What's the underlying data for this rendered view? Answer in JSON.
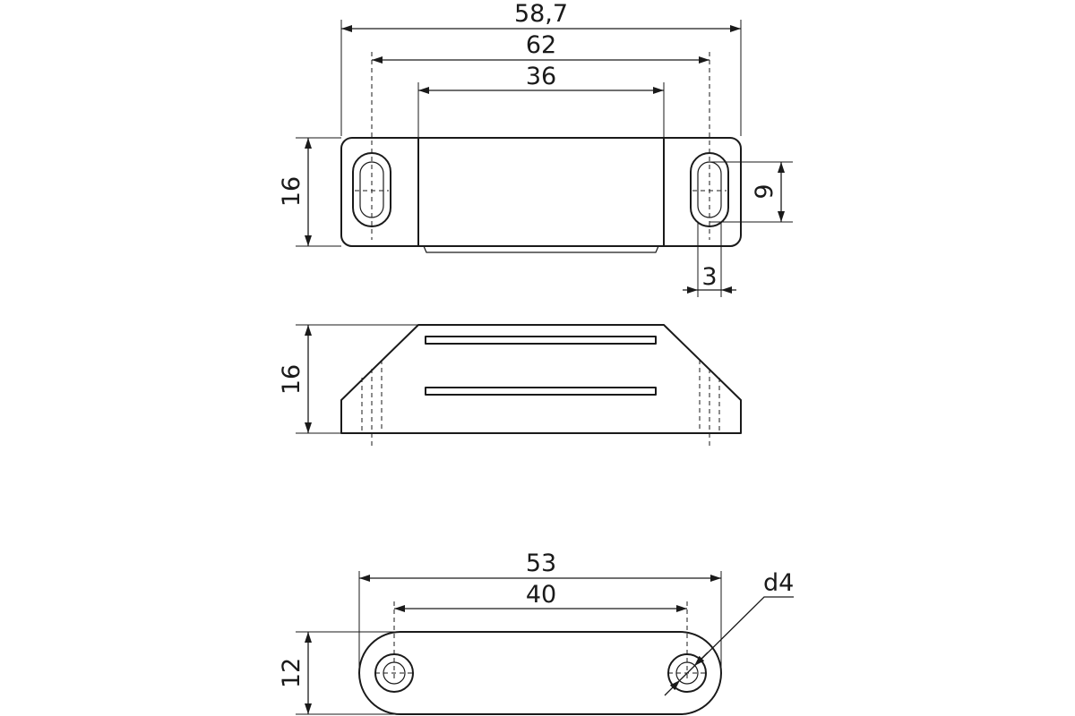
{
  "views": {
    "top": {
      "dims": {
        "overall_width": "58,7",
        "hole_spacing": "62",
        "magnet_width": "36",
        "height": "16",
        "slot_length": "9",
        "slot_width": "3"
      }
    },
    "front": {
      "dims": {
        "height": "16"
      }
    },
    "plate": {
      "dims": {
        "overall_width": "53",
        "hole_spacing": "40",
        "height": "12",
        "hole_diameter": "d4"
      }
    }
  }
}
